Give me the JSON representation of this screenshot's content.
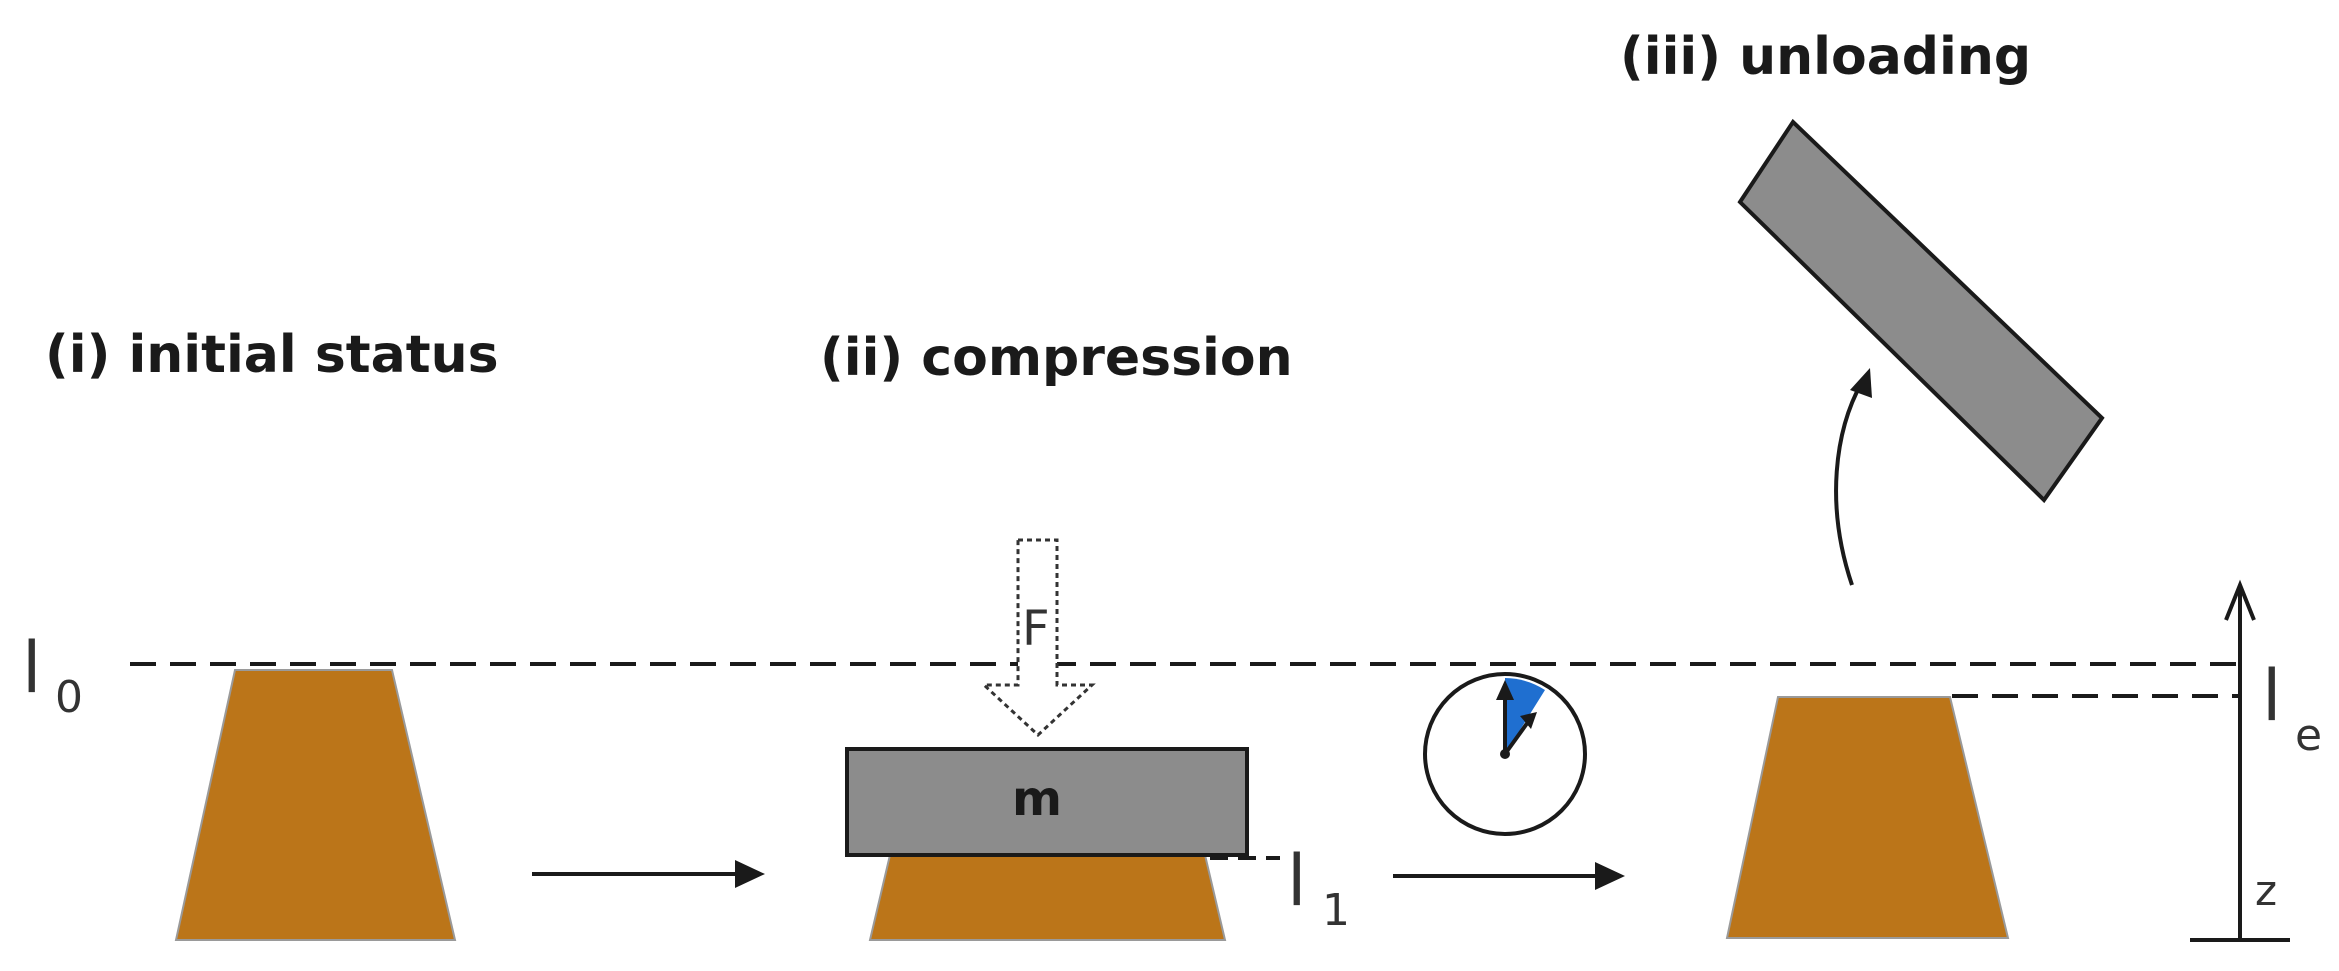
{
  "stages": {
    "initial": {
      "label": "(i) initial status"
    },
    "compression": {
      "label": "(ii) compression"
    },
    "unloading": {
      "label": "(iii) unloading"
    }
  },
  "symbols": {
    "l0_main": "l",
    "l0_sub": "0",
    "l1_main": "l",
    "l1_sub": "1",
    "le_main": "l",
    "le_sub": "e",
    "mass": "m",
    "force": "F",
    "z_axis": "z"
  },
  "colors": {
    "sample": "#bb7519",
    "block": "#8c8c8c",
    "timer_sector": "#1f6fd0",
    "line": "#1a1a1a"
  },
  "icons": {
    "timer": "stopwatch-icon",
    "arrow": "arrow-right-icon"
  }
}
